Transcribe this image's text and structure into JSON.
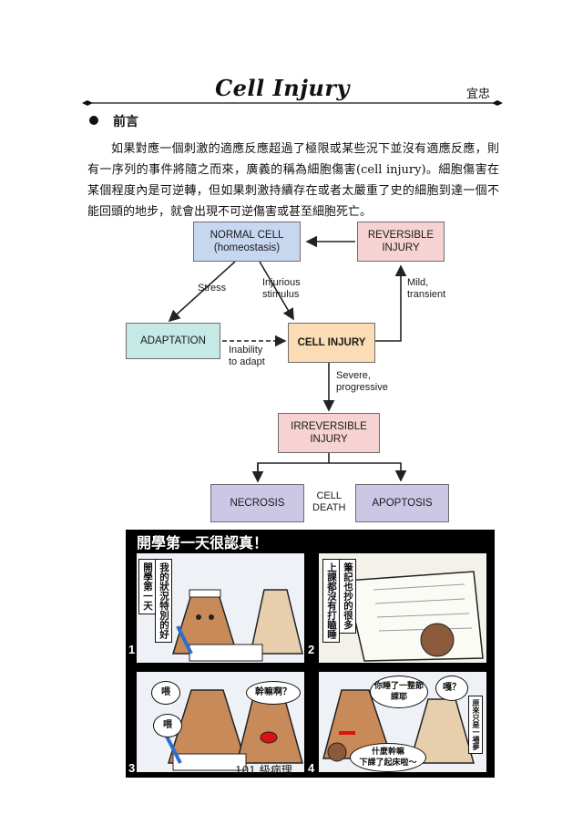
{
  "header": {
    "title": "Cell Injury",
    "author": "宜忠"
  },
  "section": {
    "heading": "前言",
    "paragraph": "如果對應一個刺激的適應反應超過了極限或某些況下並沒有適應反應，則有一序列的事件將隨之而來，廣義的稱為細胞傷害(cell injury)。細胞傷害在某個程度內是可逆轉，但如果刺激持續存在或者太嚴重了史的細胞到達一個不能回頭的地步，就會出現不可逆傷害或甚至細胞死亡。"
  },
  "diagram": {
    "normal_cell": "NORMAL CELL\n(homeostasis)",
    "reversible": "REVERSIBLE\nINJURY",
    "adaptation": "ADAPTATION",
    "cell_injury": "CELL INJURY",
    "irreversible": "IRREVERSIBLE\nINJURY",
    "necrosis": "NECROSIS",
    "apoptosis": "APOPTOSIS",
    "cell_death": "CELL\nDEATH",
    "stress": "Stress",
    "injurious_stimulus": "Injurious\nstimulus",
    "mild_transient": "Mild,\ntransient",
    "inability": "Inability\nto adapt",
    "severe_progressive": "Severe,\nprogressive",
    "colors": {
      "blue": "#c7d7ef",
      "pink": "#f6d2d3",
      "teal": "#c7e9e6",
      "orange": "#fbdcb5",
      "lavender": "#cdc7e6"
    }
  },
  "comic": {
    "title": "開學第一天很認真！",
    "panels": [
      {
        "number": "1",
        "text": "我的狀況特別的好",
        "side": "開學第一天"
      },
      {
        "number": "2",
        "text": "筆記也抄的很多",
        "side": "上課都沒有打瞌睡"
      },
      {
        "number": "3",
        "bubbles": [
          "喂",
          "喂",
          "幹嘛啊？"
        ]
      },
      {
        "number": "4",
        "bubbles": [
          "你睡了一整節課耶",
          "嘎？",
          "什麼幹嘛\n下課了起床啦～"
        ],
        "side": "原來只是一場夢"
      }
    ]
  },
  "footer": {
    "text": "101 級病理"
  }
}
